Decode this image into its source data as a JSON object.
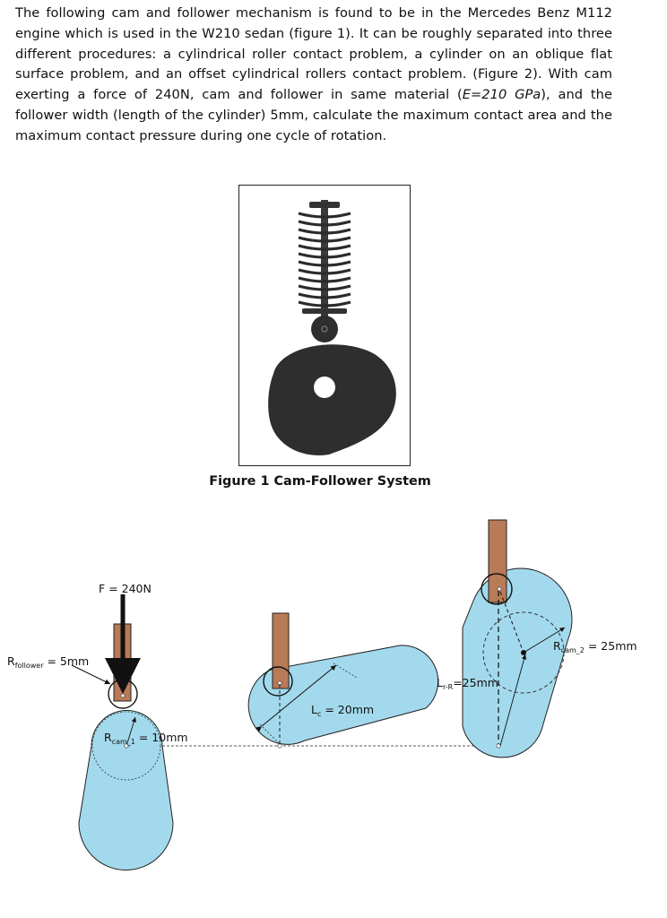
{
  "problem": {
    "intro": "The following cam and follower mechanism is found to be in the Mercedes Benz M112 engine which is used in the W210 sedan (figure 1). It can be roughly separated into three different procedures: a cylindrical roller contact problem, a cylinder on an oblique flat surface problem, and an offset cylindrical rollers contact problem. (Figure 2). With cam exerting a force of 240N, cam and follower in same material (",
    "material": "E=210 GPa",
    "outro": "), and the follower width (length of the cylinder) 5mm, calculate the maximum contact area and the maximum contact pressure during one cycle of rotation."
  },
  "figure1": {
    "caption": "Figure 1 Cam-Follower System"
  },
  "figure2": {
    "force_label": "F = 240N",
    "r_follower_main": "R",
    "r_follower_sub": "follower",
    "r_follower_value": " = 5mm",
    "r_cam1_main": "R",
    "r_cam1_sub": "cam_1",
    "r_cam1_value": " = 10mm",
    "lc_main": "L",
    "lc_sub": "c",
    "lc_value": " = 20mm",
    "lrr_main": "L",
    "lrr_sub": "r-R",
    "lrr_value": "=25mm",
    "r_cam2_main": "R",
    "r_cam2_sub": "cam_2",
    "r_cam2_value": " = 25mm"
  },
  "colors": {
    "cam_fill": "#a3d9ec",
    "follower_fill": "#b97a57",
    "figure1_dark": "#2e2e2e"
  }
}
